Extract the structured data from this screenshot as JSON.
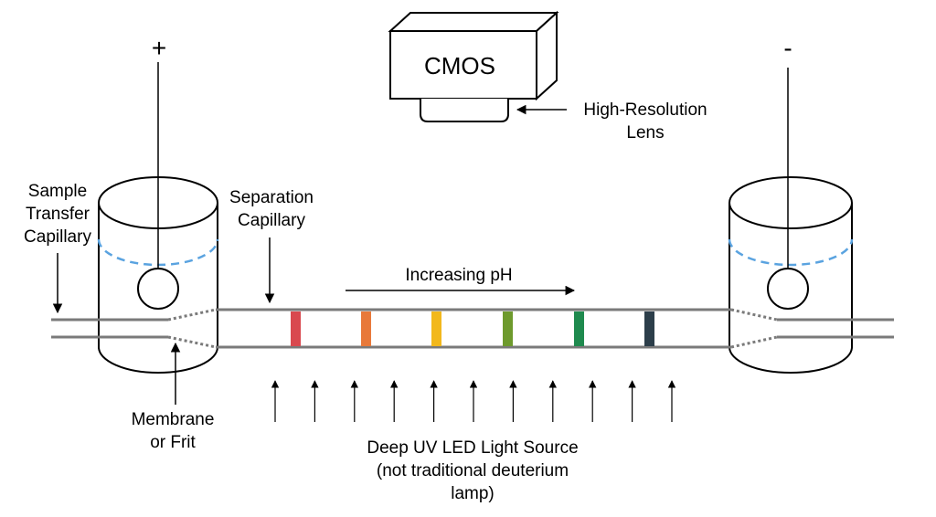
{
  "labels": {
    "plus": "+",
    "minus": "-",
    "camera": "CMOS",
    "lens_line1": "High-Resolution",
    "lens_line2": "Lens",
    "sample_line1": "Sample",
    "sample_line2": "Transfer",
    "sample_line3": "Capillary",
    "separation_line1": "Separation",
    "separation_line2": "Capillary",
    "ph": "Increasing pH",
    "membrane_line1": "Membrane",
    "membrane_line2": "or Frit",
    "light_line1": "Deep UV LED Light Source",
    "light_line2": "(not traditional deuterium",
    "light_line3": "lamp)"
  },
  "bands": [
    {
      "name": "red",
      "color": "#d9494f"
    },
    {
      "name": "orange",
      "color": "#e8793a"
    },
    {
      "name": "yellow",
      "color": "#f2b81c"
    },
    {
      "name": "olive",
      "color": "#6e9a2d"
    },
    {
      "name": "green",
      "color": "#1f8a4e"
    },
    {
      "name": "dark",
      "color": "#2c3e4a"
    }
  ],
  "colors": {
    "stroke": "#000000",
    "capillary": "#7a7a7a",
    "buffer_surface": "#5aa3e0"
  },
  "light_arrows": 11
}
